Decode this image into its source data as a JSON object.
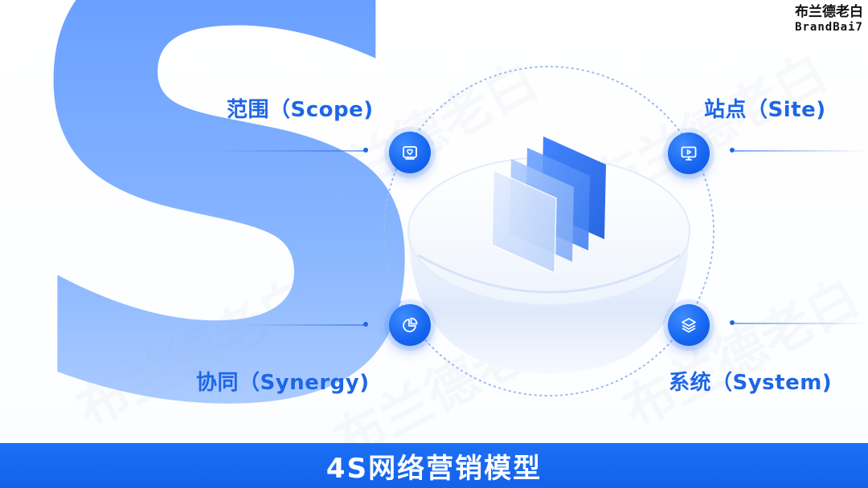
{
  "brand": {
    "cn": "布兰德老白",
    "en": "BrandBai7"
  },
  "decor": {
    "big_letter": "S",
    "watermark": "布兰德老白"
  },
  "nodes": {
    "scope": {
      "label": "范围（Scope)",
      "icon": "image-frame-icon"
    },
    "site": {
      "label": "站点（Site)",
      "icon": "monitor-play-icon"
    },
    "synergy": {
      "label": "协同（Synergy)",
      "icon": "pie-chart-icon"
    },
    "system": {
      "label": "系统（System)",
      "icon": "layers-icon"
    }
  },
  "banner": {
    "title": "4S网络营销模型"
  },
  "colors": {
    "primary": "#1e66e6",
    "banner": "#1668ef",
    "s_letter": "#5f9bff"
  }
}
